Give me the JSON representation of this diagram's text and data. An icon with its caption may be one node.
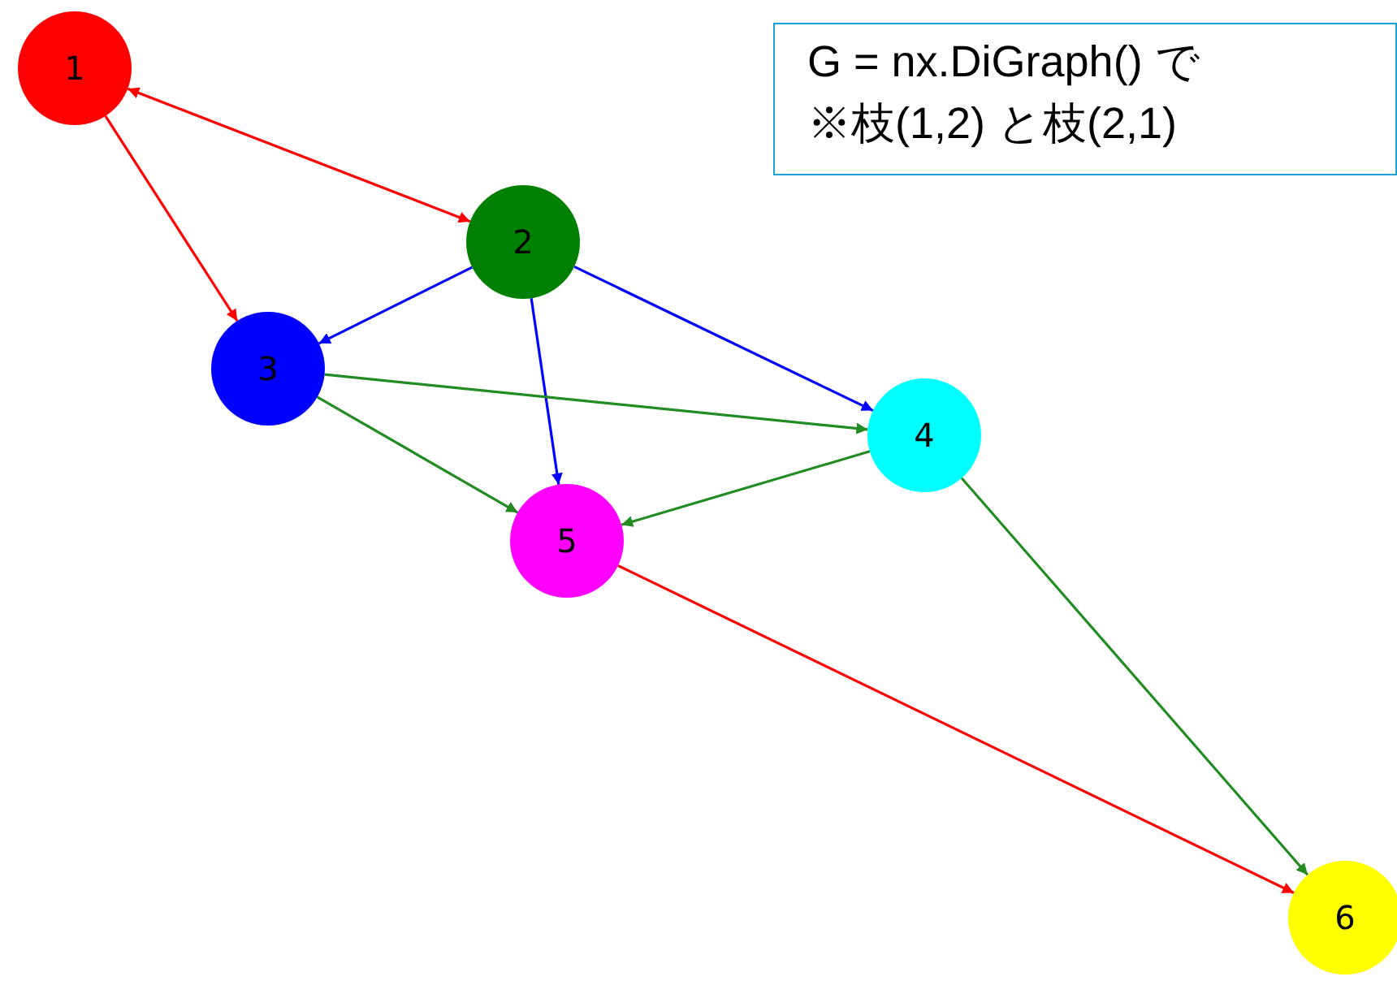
{
  "diagram": {
    "nodes": [
      {
        "text": [
          "1"
        ]
      },
      {
        "text": [
          "2"
        ]
      },
      {
        "text": [
          "3"
        ]
      },
      {
        "text": [
          "4"
        ]
      },
      {
        "text": [
          "5"
        ]
      },
      {
        "text": [
          "6"
        ]
      },
      {
        "text": [
          "G = nx.DiGraph() で",
          "※枝(1,2) と枝(2,1)"
        ]
      }
    ],
    "edges": [
      {
        "from": 0,
        "to": 1,
        "arrow": "both",
        "color": "#ff0000"
      },
      {
        "from": 0,
        "to": 2,
        "arrow": "to",
        "color": "#ff0000"
      },
      {
        "from": 1,
        "to": 2,
        "arrow": "to",
        "color": "#0000ff"
      },
      {
        "from": 1,
        "to": 4,
        "arrow": "to",
        "color": "#0000ff"
      },
      {
        "from": 1,
        "to": 3,
        "arrow": "to",
        "color": "#0000ff"
      },
      {
        "from": 2,
        "to": 3,
        "arrow": "to"
      },
      {
        "from": 2,
        "to": 4,
        "arrow": "to"
      },
      {
        "from": 3,
        "to": 4,
        "arrow": "to"
      },
      {
        "from": 3,
        "to": 5,
        "arrow": "to"
      },
      {
        "from": 4,
        "to": 5,
        "arrow": "to",
        "color": "#ff0000"
      }
    ]
  }
}
